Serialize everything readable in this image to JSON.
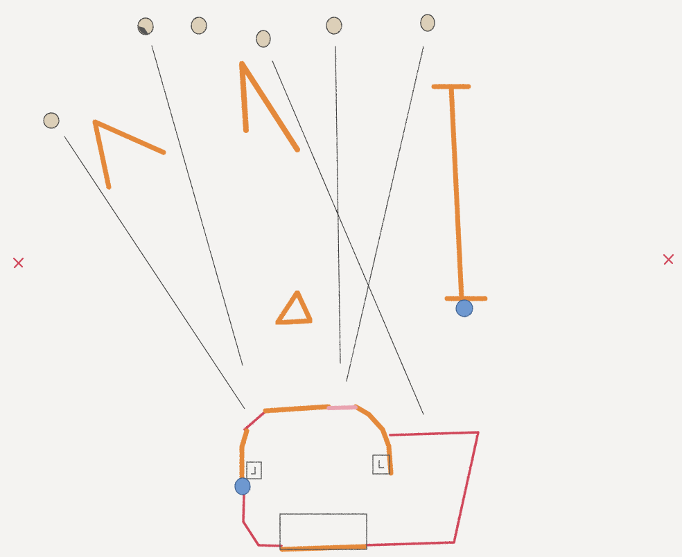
{
  "colors": {
    "paper": "#f4f3f1",
    "orange": "#e4893a",
    "red": "#d0475a",
    "pink": "#e9a3b0",
    "tan": "#dccfb8",
    "blue": "#6e98d0",
    "graphite": "#3a3a3a"
  },
  "icons": {
    "spot_markers": "tan-circle",
    "blue_markers": "blue-circle",
    "side_markers": "red-x-mark",
    "wall_shapes": [
      "chevron-wall",
      "chevron-wall",
      "i-beam-wall",
      "triangle-prop"
    ],
    "room_fixtures": [
      "small-square-box",
      "small-square-box",
      "long-rectangle-box"
    ]
  }
}
